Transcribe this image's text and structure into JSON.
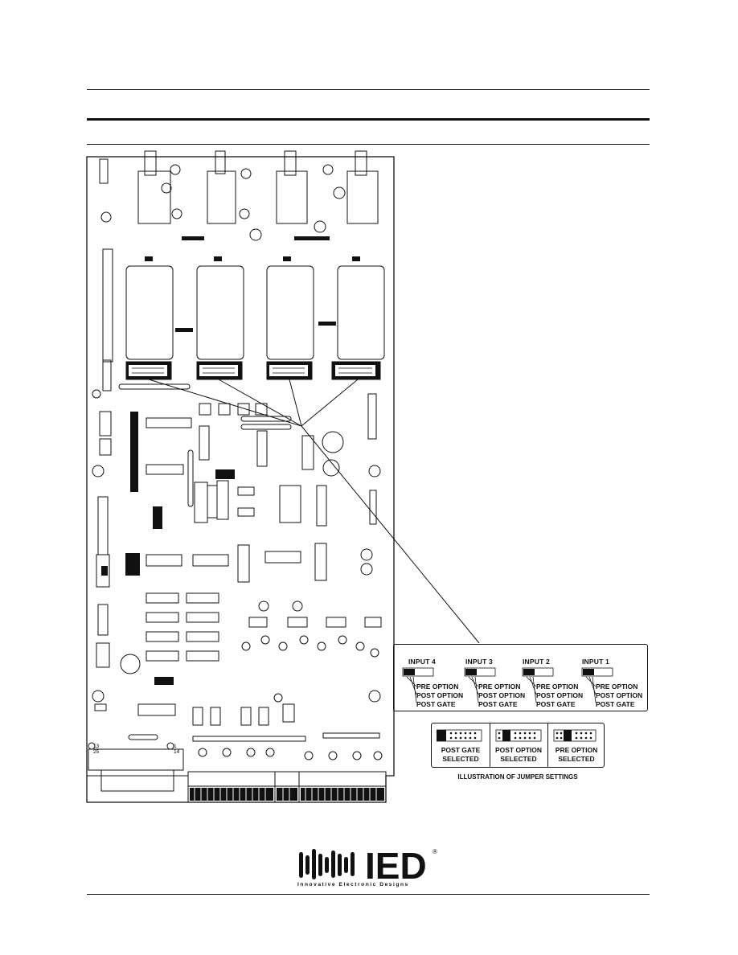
{
  "jumper_legend": {
    "inputs": [
      {
        "label": "INPUT 4",
        "options": [
          "PRE OPTION",
          "POST OPTION",
          "POST GATE"
        ]
      },
      {
        "label": "INPUT 3",
        "options": [
          "PRE OPTION",
          "POST OPTION",
          "POST GATE"
        ]
      },
      {
        "label": "INPUT 2",
        "options": [
          "PRE OPTION",
          "POST OPTION",
          "POST GATE"
        ]
      },
      {
        "label": "INPUT 1",
        "options": [
          "PRE OPTION",
          "POST OPTION",
          "POST GATE"
        ]
      }
    ]
  },
  "jumper_settings": {
    "panels": [
      {
        "line1": "POST GATE",
        "line2": "SELECTED"
      },
      {
        "line1": "POST OPTION",
        "line2": "SELECTED"
      },
      {
        "line1": "PRE OPTION",
        "line2": "SELECTED"
      }
    ],
    "caption": "ILLUSTRATION OF JUMPER SETTINGS"
  },
  "connector_labels": {
    "pin13": "13",
    "pin25": "25",
    "pin1": "1",
    "pin14": "14"
  },
  "logo": {
    "text": "IED",
    "registered": "®",
    "tagline": "Innovative Electronic Designs"
  }
}
